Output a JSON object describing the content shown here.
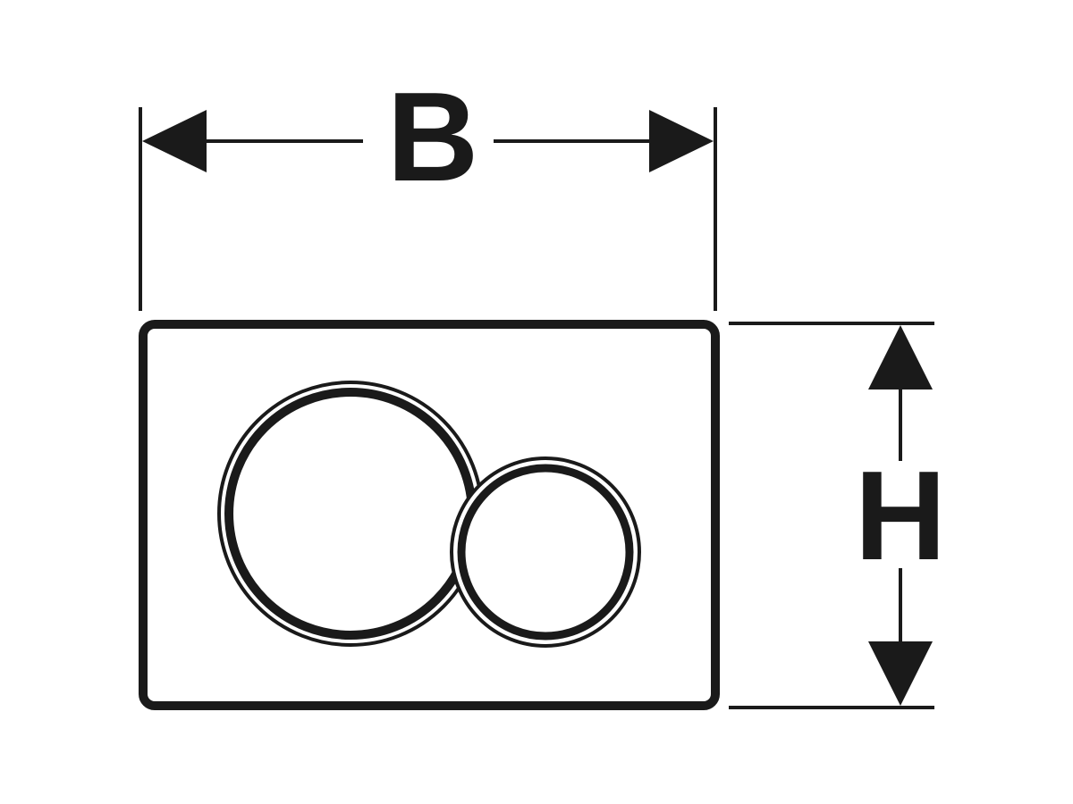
{
  "diagram": {
    "description": "Technical dimension drawing of a rectangular dual-flush actuator plate with a large and a small round flush button",
    "labels": {
      "width_dimension": "B",
      "height_dimension": "H"
    },
    "colors": {
      "line": "#1a1a1a",
      "background": "#ffffff",
      "plate_fill": "#ffffff"
    }
  }
}
